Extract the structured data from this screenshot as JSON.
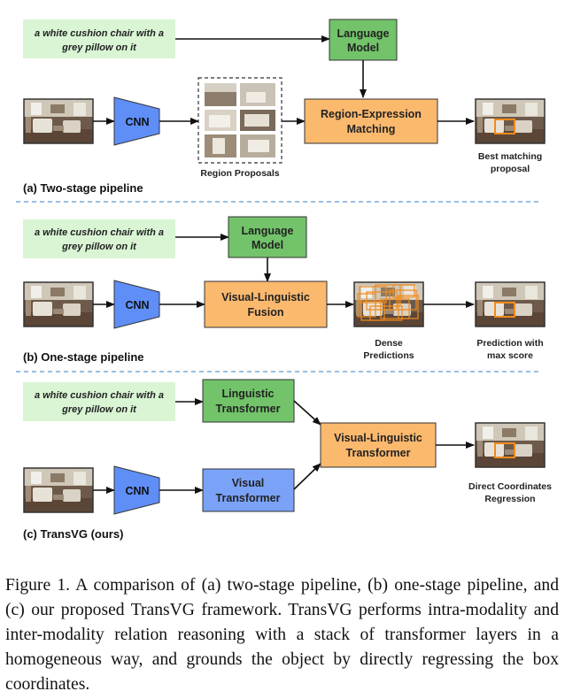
{
  "colors": {
    "sentence_bg": "#d9f5d4",
    "language_box": "#72c36a",
    "cnn": "#5f8ef7",
    "orange_box": "#fbb96e",
    "visual_box": "#7aa2f7",
    "divider": "#5a9bd5",
    "proposal_box": "#f08a1c"
  },
  "sentence": "a white cushion chair with a grey pillow on it",
  "sentence_lines": [
    "a white cushion chair with a",
    "grey pillow on it"
  ],
  "two_stage": {
    "language_lines": [
      "Language",
      "Model"
    ],
    "cnn": "CNN",
    "matching_lines": [
      "Region-Expression",
      "Matching"
    ],
    "region_proposals": "Region Proposals",
    "output_lines": [
      "Best matching",
      "proposal"
    ],
    "stage_label": "(a) Two-stage pipeline"
  },
  "one_stage": {
    "language_lines": [
      "Language",
      "Model"
    ],
    "cnn": "CNN",
    "fusion_lines": [
      "Visual-Linguistic",
      "Fusion"
    ],
    "dense_lines": [
      "Dense",
      "Predictions"
    ],
    "output_lines": [
      "Prediction with",
      "max score"
    ],
    "stage_label": "(b) One-stage pipeline"
  },
  "transvg": {
    "linguistic_lines": [
      "Linguistic",
      "Transformer"
    ],
    "cnn": "CNN",
    "visual_lines": [
      "Visual",
      "Transformer"
    ],
    "vl_lines": [
      "Visual-Linguistic",
      "Transformer"
    ],
    "output_lines": [
      "Direct Coordinates",
      "Regression"
    ],
    "stage_label": "(c) TransVG (ours)"
  },
  "caption": "Figure 1. A comparison of (a) two-stage pipeline, (b) one-stage pipeline, and (c) our proposed TransVG framework. TransVG performs intra-modality and inter-modality relation reasoning with a stack of transformer layers in a homogeneous way, and grounds the object by directly regressing the box coordinates."
}
